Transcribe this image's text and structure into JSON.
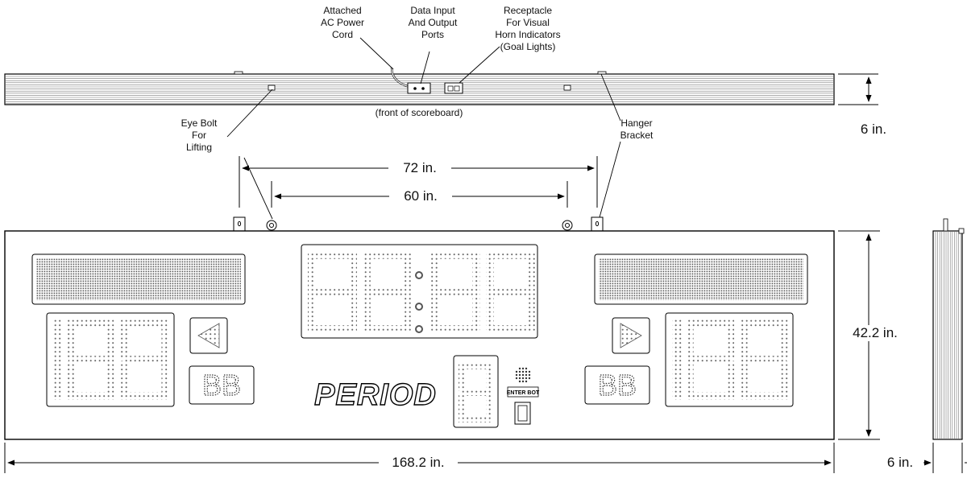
{
  "callouts": {
    "power_cord": [
      "Attached",
      "AC Power",
      "Cord"
    ],
    "data_ports": [
      "Data Input",
      "And Output",
      "Ports"
    ],
    "receptacle": [
      "Receptacle",
      "For Visual",
      "Horn Indicators",
      "(Goal Lights)"
    ],
    "eye_bolt": [
      "Eye Bolt",
      "For",
      "Lifting"
    ],
    "hanger": [
      "Hanger",
      "Bracket"
    ],
    "front_note": "(front of scoreboard)"
  },
  "dimensions": {
    "top_depth": "6 in.",
    "bolt_span": "72 in.",
    "hanger_span": "60 in.",
    "height": "42.2 in.",
    "width": "168.2 in.",
    "side_depth": "6 in."
  },
  "scoreboard": {
    "period_label": "PERIOD",
    "left_shots": "BB",
    "right_shots": "BB",
    "horn_label": "ENTER BOT"
  }
}
